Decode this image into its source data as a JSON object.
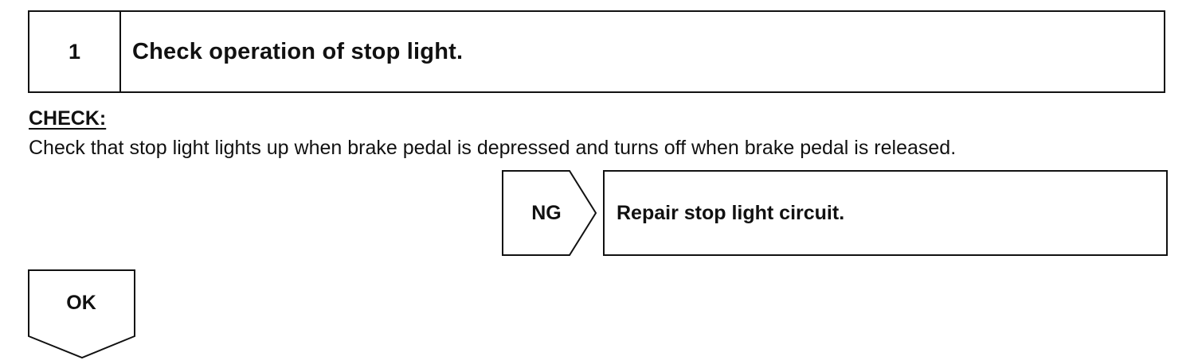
{
  "step": {
    "number": "1",
    "title": "Check operation of stop light."
  },
  "check": {
    "heading": "CHECK:",
    "text": "Check that stop light lights up when brake pedal is depressed and turns off when brake pedal is released."
  },
  "ng_branch": {
    "label": "NG",
    "action": "Repair stop light circuit."
  },
  "ok_branch": {
    "label": "OK"
  }
}
